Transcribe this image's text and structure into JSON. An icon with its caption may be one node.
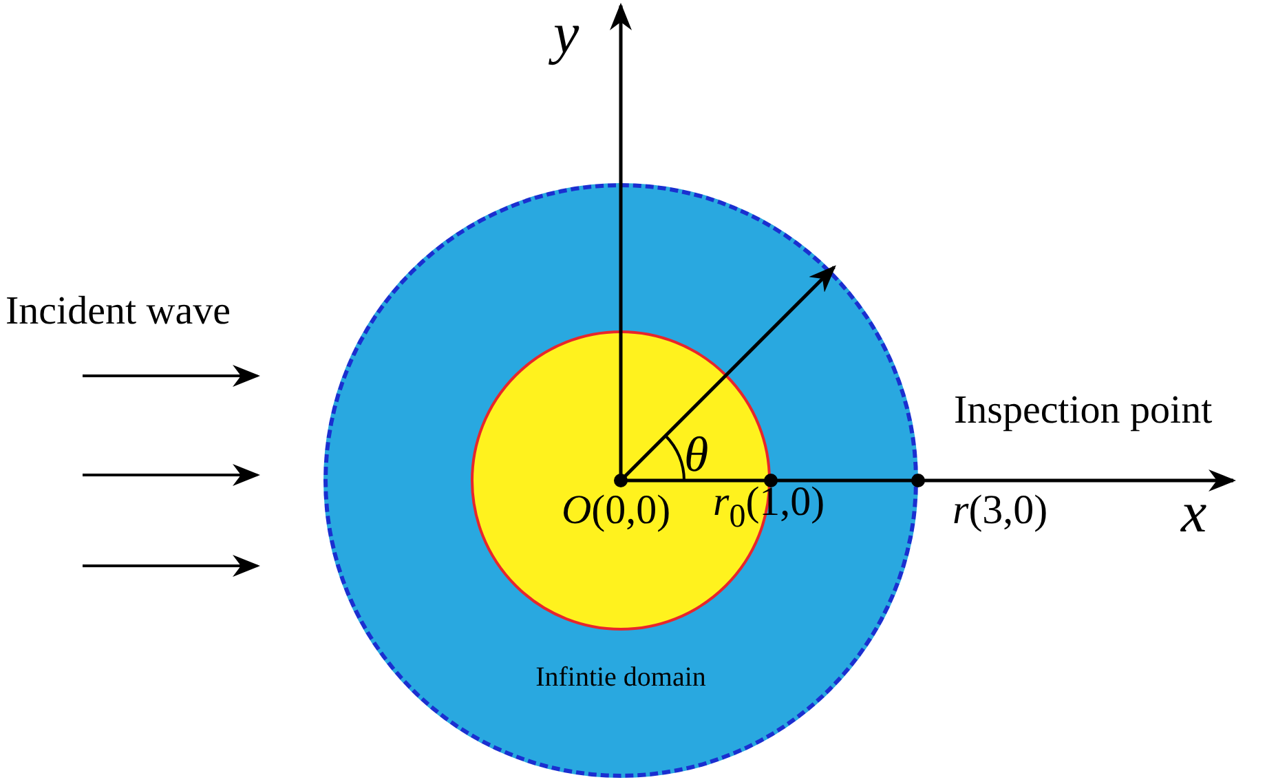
{
  "diagram": {
    "nodes": [
      {
        "text": [
          "Infintie domain"
        ]
      },
      {
        "text": [],
        "shape": "circle",
        "in": 0
      }
    ],
    "labels": [
      "y",
      "Incident wave",
      "Inspection point",
      "θ",
      "*O*(0,0)",
      "*r*$_{0}$(1,0)",
      "*r*(3,0)",
      "x"
    ]
  }
}
